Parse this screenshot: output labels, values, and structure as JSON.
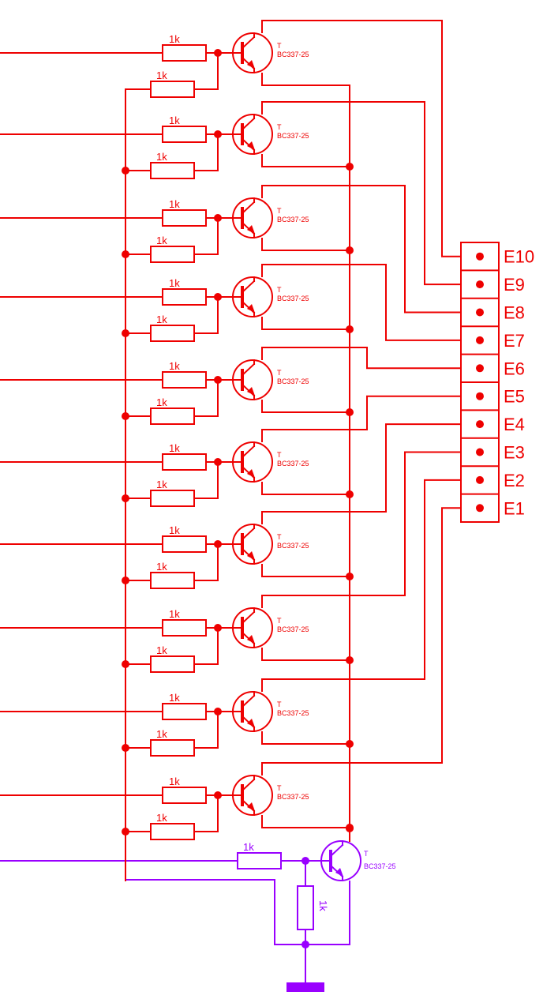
{
  "colors": {
    "stage": "#ee0000",
    "control": "#9900ff",
    "background": "#ffffff"
  },
  "stages": [
    {
      "resistor_top": "1k",
      "resistor_bottom": "1k",
      "transistor_prefix": "T",
      "transistor": "BC337-25"
    },
    {
      "resistor_top": "1k",
      "resistor_bottom": "1k",
      "transistor_prefix": "T",
      "transistor": "BC337-25"
    },
    {
      "resistor_top": "1k",
      "resistor_bottom": "1k",
      "transistor_prefix": "T",
      "transistor": "BC337-25"
    },
    {
      "resistor_top": "1k",
      "resistor_bottom": "1k",
      "transistor_prefix": "T",
      "transistor": "BC337-25"
    },
    {
      "resistor_top": "1k",
      "resistor_bottom": "1k",
      "transistor_prefix": "T",
      "transistor": "BC337-25"
    },
    {
      "resistor_top": "1k",
      "resistor_bottom": "1k",
      "transistor_prefix": "T",
      "transistor": "BC337-25"
    },
    {
      "resistor_top": "1k",
      "resistor_bottom": "1k",
      "transistor_prefix": "T",
      "transistor": "BC337-25"
    },
    {
      "resistor_top": "1k",
      "resistor_bottom": "1k",
      "transistor_prefix": "T",
      "transistor": "BC337-25"
    },
    {
      "resistor_top": "1k",
      "resistor_bottom": "1k",
      "transistor_prefix": "T",
      "transistor": "BC337-25"
    },
    {
      "resistor_top": "1k",
      "resistor_bottom": "1k",
      "transistor_prefix": "T",
      "transistor": "BC337-25"
    }
  ],
  "connector": {
    "pins": [
      "E10",
      "E9",
      "E8",
      "E7",
      "E6",
      "E5",
      "E4",
      "E3",
      "E2",
      "E1"
    ]
  },
  "control_stage": {
    "base_resistor": "1k",
    "pulldown_resistor": "1k",
    "transistor_prefix": "T",
    "transistor": "BC337-25"
  }
}
